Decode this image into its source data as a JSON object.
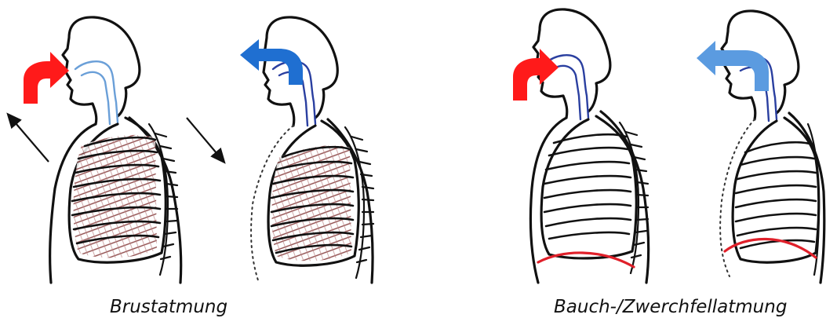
{
  "captions": {
    "chest_breathing": "Brustatmung",
    "belly_breathing": "Bauch-/Zwerchfellatmung"
  },
  "colors": {
    "inhale_arrow": "#ff1a1a",
    "exhale_arrow_dark": "#1f6fd1",
    "exhale_arrow_light": "#5b9be0",
    "airway_light": "#6a9fd8",
    "airway_dark": "#2a3fa0",
    "lung_fill": "#7a2a2a",
    "diaphragm": "#e0202a",
    "outline": "#111111"
  },
  "figures": [
    {
      "group": "chest_breathing",
      "phase": "inhale",
      "arrow": "inhale-arrow-red",
      "movement_arrow": "up-left"
    },
    {
      "group": "chest_breathing",
      "phase": "exhale",
      "arrow": "exhale-arrow-blue",
      "movement_arrow": "down-right"
    },
    {
      "group": "belly_breathing",
      "phase": "inhale",
      "arrow": "inhale-arrow-red",
      "diaphragm": "visible"
    },
    {
      "group": "belly_breathing",
      "phase": "exhale",
      "arrow": "exhale-arrow-blue",
      "diaphragm": "visible"
    }
  ]
}
